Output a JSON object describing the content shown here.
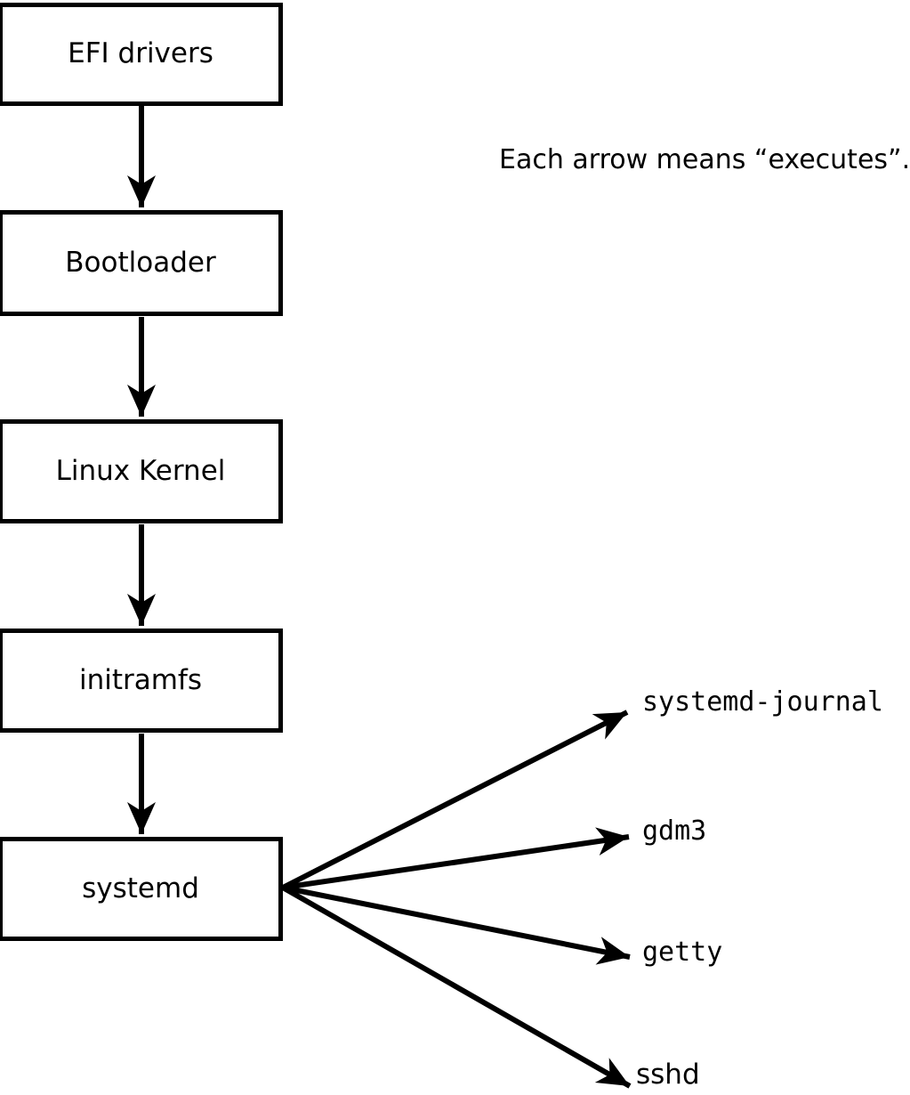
{
  "legend": {
    "note": "Each arrow means “executes”."
  },
  "boxes": [
    {
      "id": "efi-drivers",
      "label": "EFI drivers"
    },
    {
      "id": "bootloader",
      "label": "Bootloader"
    },
    {
      "id": "linux-kernel",
      "label": "Linux Kernel"
    },
    {
      "id": "initramfs",
      "label": "initramfs"
    },
    {
      "id": "systemd",
      "label": "systemd"
    }
  ],
  "targets": [
    {
      "id": "systemd-journal",
      "label": "systemd-journal"
    },
    {
      "id": "gdm3",
      "label": "gdm3"
    },
    {
      "id": "getty",
      "label": "getty"
    },
    {
      "id": "sshd",
      "label": "sshd"
    }
  ],
  "arrows_meaning": "executes",
  "colors": {
    "line": "#000000",
    "background": "#ffffff",
    "box_fill": "#ffffff",
    "box_border": "#000000",
    "text": "#000000"
  }
}
